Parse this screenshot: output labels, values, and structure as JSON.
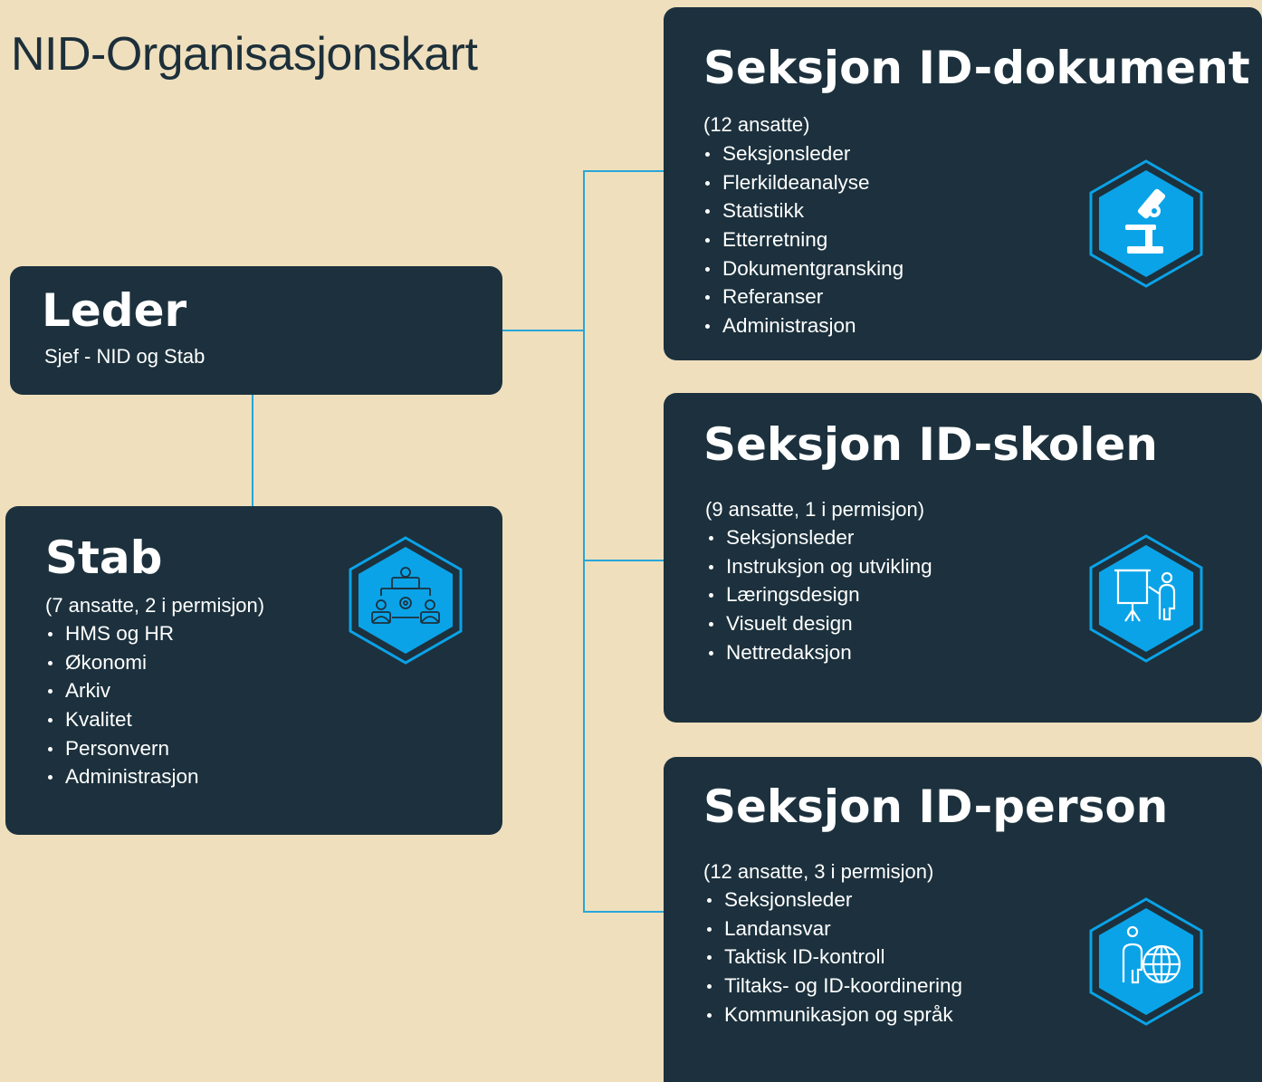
{
  "page": {
    "title": "NID-Organisasjonskart"
  },
  "leader": {
    "title": "Leder",
    "subtitle": "Sjef - NID og Stab"
  },
  "staff": {
    "title": "Stab",
    "subtitle": "(7 ansatte, 2 i permisjon)",
    "items": [
      "HMS og HR",
      "Økonomi",
      "Arkiv",
      "Kvalitet",
      "Personvern",
      "Administrasjon"
    ],
    "icon": "team-gear-icon"
  },
  "sections": [
    {
      "title": "Seksjon ID-dokument",
      "subtitle": "(12 ansatte)",
      "items": [
        "Seksjonsleder",
        "Flerkildeanalyse",
        "Statistikk",
        "Etterretning",
        "Dokumentgransking",
        "Referanser",
        "Administrasjon"
      ],
      "icon": "microscope-icon"
    },
    {
      "title": "Seksjon ID-skolen",
      "subtitle": "(9 ansatte, 1 i permisjon)",
      "items": [
        "Seksjonsleder",
        "Instruksjon og utvikling",
        "Læringsdesign",
        "Visuelt design",
        "Nettredaksjon"
      ],
      "icon": "presenter-board-icon"
    },
    {
      "title": "Seksjon ID-person",
      "subtitle": "(12 ansatte, 3 i permisjon)",
      "items": [
        "Seksjonsleder",
        "Landansvar",
        "Taktisk ID-kontroll",
        "Tiltaks- og ID-koordinering",
        "Kommunikasjon og språk"
      ],
      "icon": "person-globe-icon"
    }
  ],
  "colors": {
    "background": "#efdfbd",
    "card": "#1c313d",
    "connector": "#27a6d9",
    "icon_fill": "#0aa3e8"
  }
}
